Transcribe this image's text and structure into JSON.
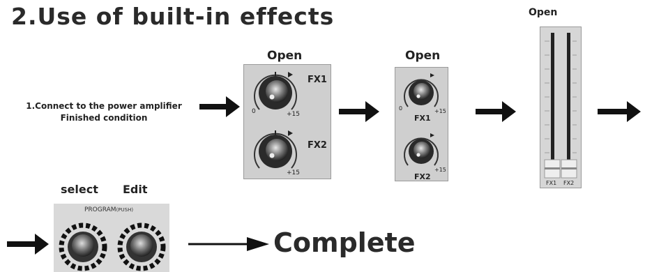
{
  "page": {
    "title": "2.Use of built-in effects",
    "step_text": "1.Connect to the power amplifier\nFinished condition",
    "open_label_1": "Open",
    "open_label_2": "Open",
    "open_label_3": "Open",
    "select_label": "select",
    "edit_label": "Edit",
    "complete_label": "Complete"
  },
  "panel_fx_knobs": {
    "fx1_label": "FX1",
    "fx2_label": "FX2",
    "min_label": "0",
    "max_label": "+15"
  },
  "panel_fx_small": {
    "fx1_label": "FX1",
    "fx2_label": "FX2",
    "min_label": "0",
    "max_label": "+15"
  },
  "faders": {
    "fx1_label": "FX1",
    "fx2_label": "FX2"
  },
  "program_panel": {
    "label": "PROGRAM",
    "sub_label": "(PUSH)"
  },
  "icons": [
    "arrow-right-icon",
    "knob-icon",
    "fader-icon",
    "encoder-icon"
  ]
}
